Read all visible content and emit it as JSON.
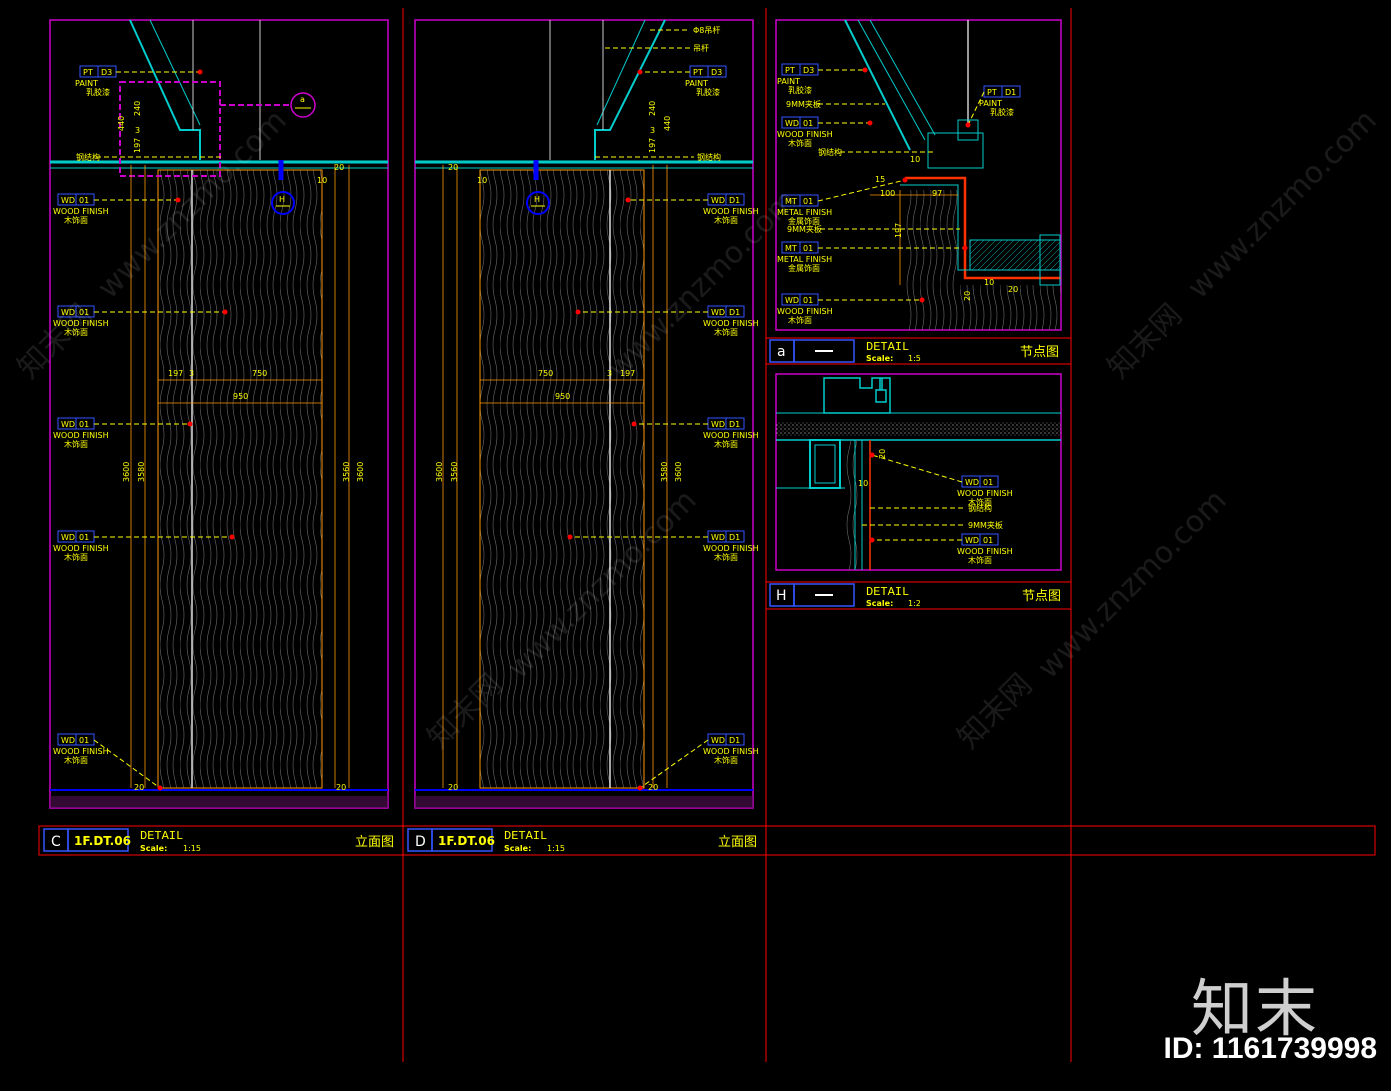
{
  "panels": {
    "C": {
      "letter": "C",
      "code": "1F.DT.06",
      "title": "DETAIL",
      "scale_label": "Scale:",
      "scale_value": "1:15",
      "cn_title": "立面图",
      "tags": [
        {
          "code": "PT",
          "num": "D3",
          "l1": "PAINT",
          "l2": "乳胶漆"
        },
        {
          "code": "WD",
          "num": "01",
          "l1": "WOOD FINISH",
          "l2": "木饰面"
        },
        {
          "code": "WD",
          "num": "01",
          "l1": "WOOD FINISH",
          "l2": "木饰面"
        },
        {
          "code": "WD",
          "num": "01",
          "l1": "WOOD FINISH",
          "l2": "木饰面"
        },
        {
          "code": "WD",
          "num": "01",
          "l1": "WOOD FINISH",
          "l2": "木饰面"
        },
        {
          "code": "WD",
          "num": "01",
          "l1": "WOOD FINISH",
          "l2": "木饰面"
        }
      ],
      "note": "钢结构",
      "detail_ref": "a",
      "section_ref": "H",
      "dims": [
        "240",
        "3",
        "197",
        "440",
        "20",
        "10",
        "197",
        "3",
        "750",
        "950",
        "3600",
        "3580",
        "3560",
        "3600",
        "20",
        "20"
      ]
    },
    "D": {
      "letter": "D",
      "code": "1F.DT.06",
      "title": "DETAIL",
      "scale_label": "Scale:",
      "scale_value": "1:15",
      "cn_title": "立面图",
      "tags": [
        {
          "code": "PT",
          "num": "D3",
          "l1": "PAINT",
          "l2": "乳胶漆"
        },
        {
          "code": "WD",
          "num": "D1",
          "l1": "WOOD FINISH",
          "l2": "木饰面"
        },
        {
          "code": "WD",
          "num": "D1",
          "l1": "WOOD FINISH",
          "l2": "木饰面"
        },
        {
          "code": "WD",
          "num": "D1",
          "l1": "WOOD FINISH",
          "l2": "木饰面"
        },
        {
          "code": "WD",
          "num": "D1",
          "l1": "WOOD FINISH",
          "l2": "木饰面"
        },
        {
          "code": "WD",
          "num": "D1",
          "l1": "WOOD FINISH",
          "l2": "木饰面"
        }
      ],
      "notes": [
        "Φ8吊杆",
        "吊杆",
        "钢结构"
      ],
      "section_ref": "H",
      "dims": [
        "20",
        "10",
        "240",
        "3",
        "197",
        "440",
        "750",
        "3",
        "197",
        "950",
        "3600",
        "3560",
        "3580",
        "3600",
        "20",
        "20"
      ]
    },
    "a": {
      "letter": "a",
      "title": "DETAIL",
      "scale_label": "Scale:",
      "scale_value": "1:5",
      "cn_title": "节点图",
      "tags": [
        {
          "code": "PT",
          "num": "D3",
          "l1": "PAINT",
          "l2": "乳胶漆"
        },
        {
          "code": "WD",
          "num": "01",
          "l1": "WOOD FINISH",
          "l2": "木饰面"
        },
        {
          "code": "MT",
          "num": "01",
          "l1": "METAL FINISH",
          "l2": "金属饰面"
        },
        {
          "code": "MT",
          "num": "01",
          "l1": "METAL FINISH",
          "l2": "金属饰面"
        },
        {
          "code": "WD",
          "num": "01",
          "l1": "WOOD FINISH",
          "l2": "木饰面"
        },
        {
          "code": "PT",
          "num": "D1",
          "l1": "PAINT",
          "l2": "乳胶漆"
        }
      ],
      "notes": [
        "9MM夹板",
        "钢结构",
        "9MM夹板"
      ],
      "dims": [
        "10",
        "15",
        "100",
        "97",
        "197",
        "20",
        "10",
        "20"
      ]
    },
    "H": {
      "letter": "H",
      "title": "DETAIL",
      "scale_label": "Scale:",
      "scale_value": "1:2",
      "cn_title": "节点图",
      "tags": [
        {
          "code": "WD",
          "num": "01",
          "l1": "WOOD FINISH",
          "l2": "木饰面"
        },
        {
          "code": "WD",
          "num": "01",
          "l1": "WOOD FINISH",
          "l2": "木饰面"
        }
      ],
      "notes": [
        "钢结构",
        "9MM夹板"
      ],
      "dims": [
        "20",
        "10"
      ]
    }
  },
  "watermark": {
    "brand": "知末",
    "site": "www.znzmo.com",
    "cn_site": "知末网",
    "id": "ID: 1161739998"
  },
  "colors": {
    "frame": "#ff0000",
    "border": "#cc00cc",
    "text": "#ffff00",
    "dim": "#ff9900",
    "cyan": "#00cccc",
    "blue": "#0000ff",
    "white": "#ffffff"
  }
}
